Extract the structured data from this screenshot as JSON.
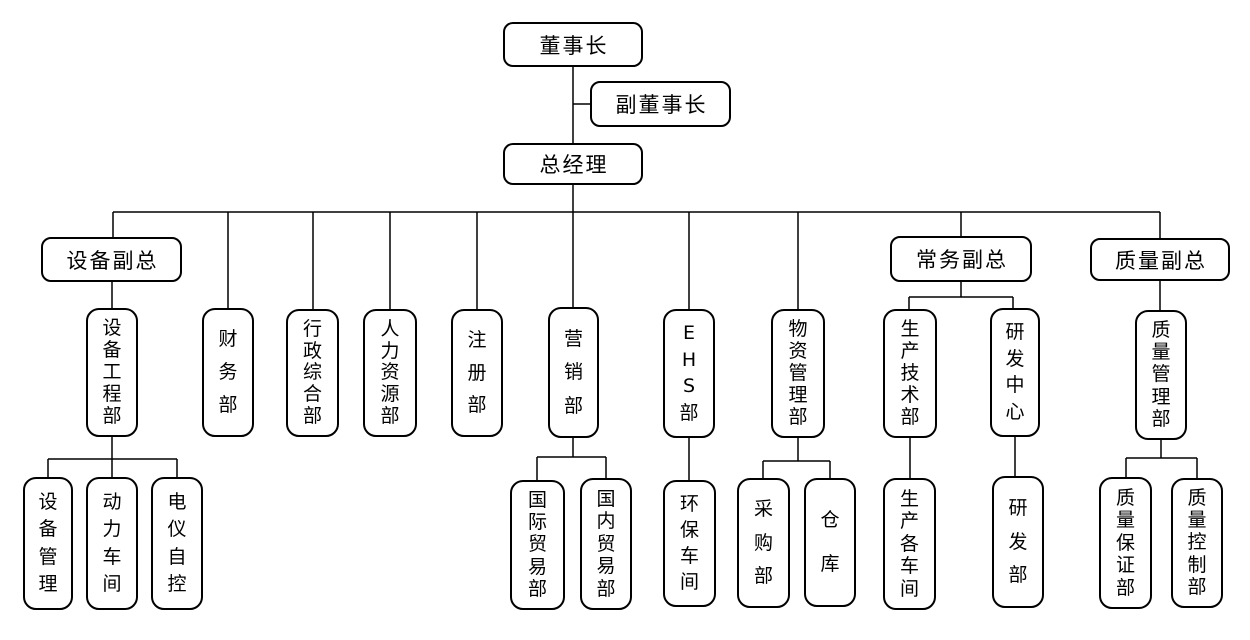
{
  "diagram": {
    "type": "org-chart",
    "language": "zh-CN"
  },
  "colors": {
    "line": "#000000",
    "background": "#ffffff",
    "text": "#000000"
  },
  "nodes": {
    "chairman": "董事长",
    "vice_chairman": "副董事长",
    "general_manager": "总经理",
    "equipment_vp": "设备副总",
    "executive_vp": "常务副总",
    "quality_vp": "质量副总",
    "equipment_engineering": "设备工程部",
    "finance": "财务部",
    "admin_general": "行政综合部",
    "human_resources": "人力资源部",
    "registration": "注册部",
    "marketing": "营销部",
    "ehs": "EHS部",
    "material_management": "物资管理部",
    "production_tech": "生产技术部",
    "rd_center": "研发中心",
    "quality_management": "质量管理部",
    "equipment_management": "设备管理",
    "power_workshop": "动力车间",
    "electrical_auto": "电仪自控",
    "intl_trade": "国际贸易部",
    "domestic_trade": "国内贸易部",
    "env_workshop": "环保车间",
    "purchasing": "采购部",
    "warehouse": "仓库",
    "production_workshops": "生产各车间",
    "rd_dept": "研发部",
    "qa_dept": "质量保证部",
    "qc_dept": "质量控制部"
  }
}
